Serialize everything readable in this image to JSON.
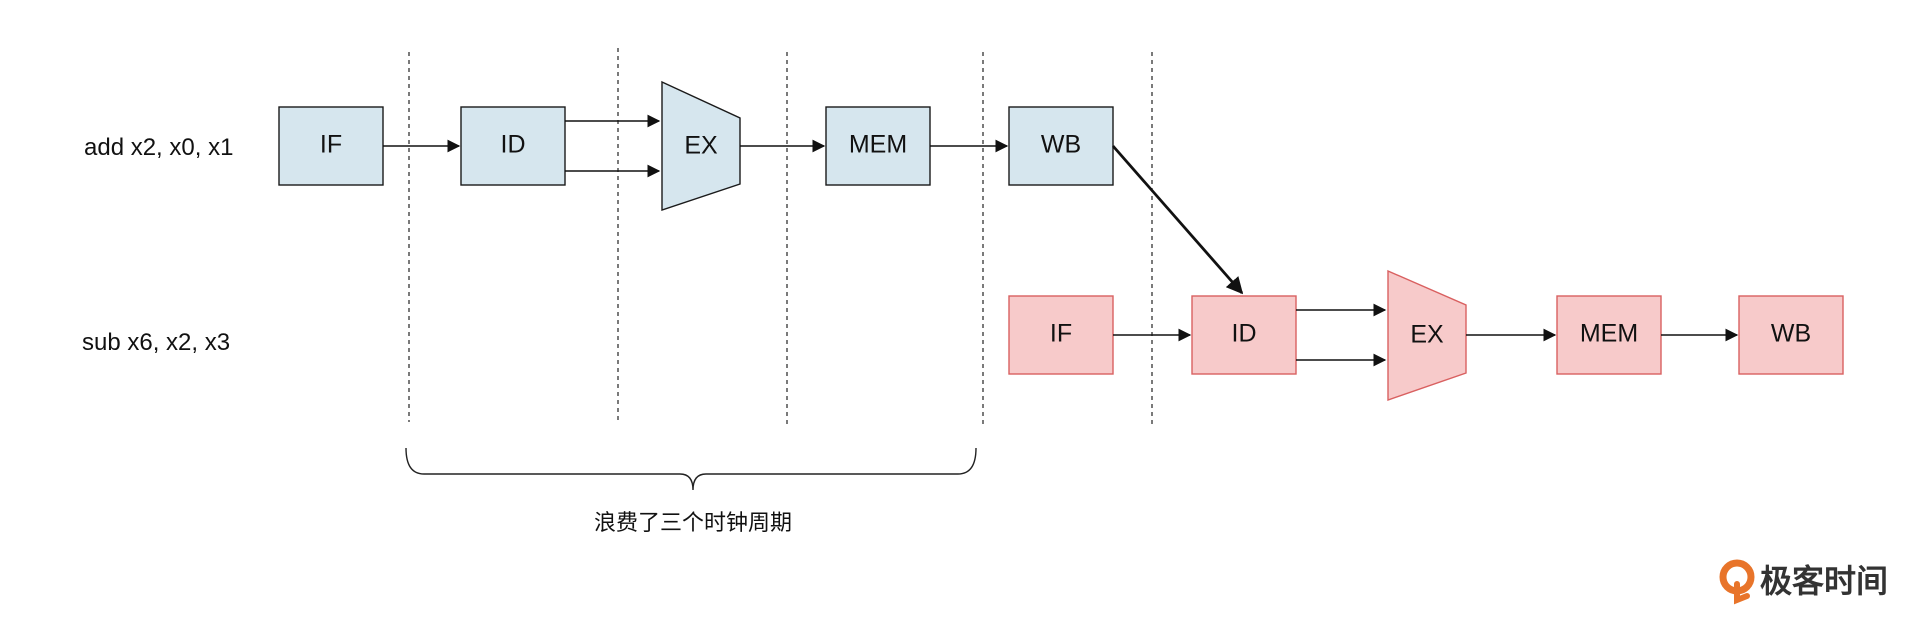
{
  "instructions": [
    {
      "text": "add x2, x0, x1"
    },
    {
      "text": "sub x6, x2, x3"
    }
  ],
  "pipeline1": {
    "IF": "IF",
    "ID": "ID",
    "EX": "EX",
    "MEM": "MEM",
    "WB": "WB",
    "color": "#d6e6ee"
  },
  "pipeline2": {
    "IF": "IF",
    "ID": "ID",
    "EX": "EX",
    "MEM": "MEM",
    "WB": "WB",
    "color": "#f7caca",
    "stroke": "#d96060"
  },
  "annotation": "浪费了三个时钟周期",
  "logo": {
    "text": "极客时间",
    "icon": "geektime-logo-icon",
    "color": "#e8742a"
  }
}
